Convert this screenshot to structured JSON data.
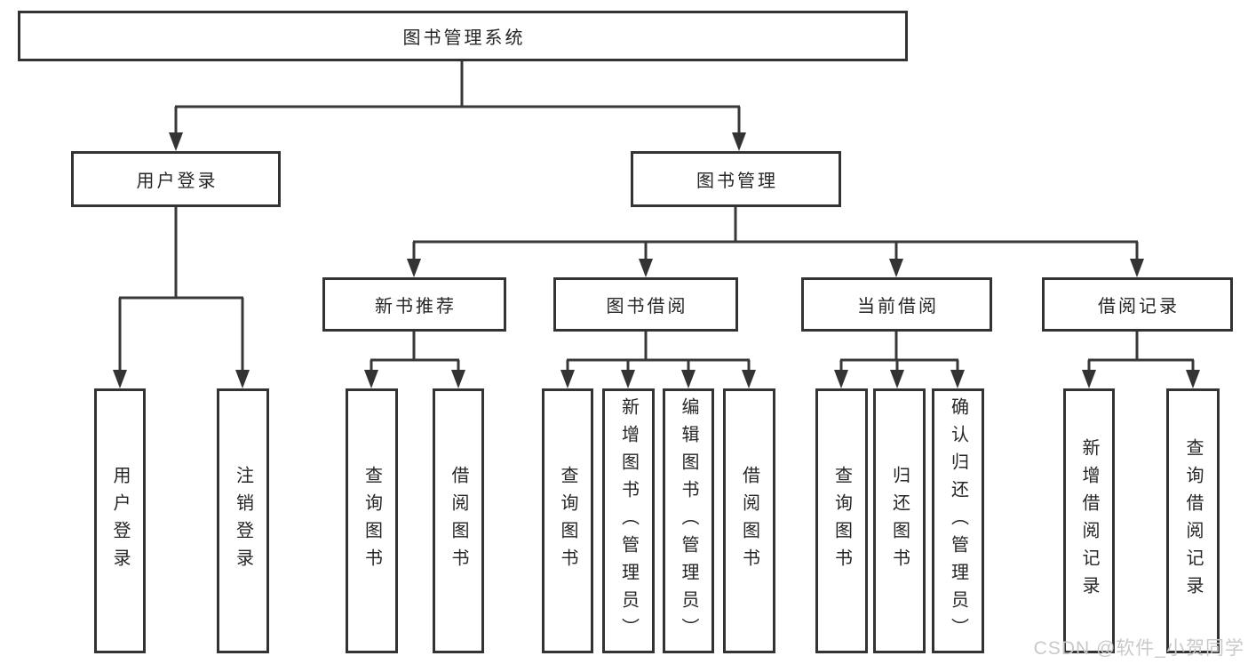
{
  "diagram": {
    "root": "图书管理系统",
    "level2": {
      "user_login": "用户登录",
      "book_mgmt": "图书管理"
    },
    "level3": {
      "new_books": "新书推荐",
      "book_borrow": "图书借阅",
      "current_borrow": "当前借阅",
      "borrow_records": "借阅记录"
    },
    "leaves": {
      "user_login": [
        "用户登录",
        "注销登录"
      ],
      "new_books": [
        "查询图书",
        "借阅图书"
      ],
      "book_borrow": [
        "查询图书",
        "新增图书（管理员）",
        "编辑图书（管理员）",
        "借阅图书"
      ],
      "current_borrow": [
        "查询图书",
        "归还图书",
        "确认归还（管理员）"
      ],
      "borrow_records": [
        "新增借阅记录",
        "查询借阅记录"
      ]
    },
    "watermark": "CSDN @软件_小贺同学"
  },
  "colors": {
    "line": "#383838",
    "text": "#262626",
    "watermark": "#c9c9c9",
    "background": "#ffffff"
  }
}
